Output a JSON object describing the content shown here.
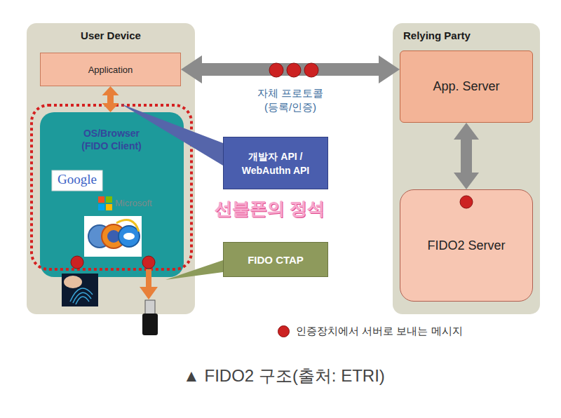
{
  "diagram": {
    "caption": "▲ FIDO2 구조(출처: ETRI)",
    "nodes": [
      {
        "text": [
          "User Device"
        ]
      },
      {
        "text": [
          "Application"
        ],
        "in": 0
      },
      {
        "text": [
          "OS/Browser (FIDO Client)"
        ],
        "in": 0
      },
      {
        "text": [
          "개발자 API / WebAuthn API"
        ]
      },
      {
        "text": [
          "FIDO CTAP"
        ]
      },
      {
        "text": [
          "Relying Party"
        ]
      },
      {
        "text": [
          "App. Server"
        ],
        "in": 5
      },
      {
        "text": [
          "FIDO2 Server"
        ],
        "in": 5
      }
    ],
    "edges": [
      {
        "from": 1,
        "to": 6,
        "label": "자체 프로토콜 (등록/인증)",
        "arrow": "both"
      },
      {
        "from": 1,
        "to": 2,
        "arrow": "both"
      },
      {
        "from": 6,
        "to": 7,
        "arrow": "both"
      }
    ],
    "labels": [
      "Google",
      "Microsoft",
      "선불폰의 정석"
    ],
    "legend": [
      {
        "text": "인증장치에서 서버로 보내는 메시지",
        "color": "#cc2222"
      }
    ]
  }
}
